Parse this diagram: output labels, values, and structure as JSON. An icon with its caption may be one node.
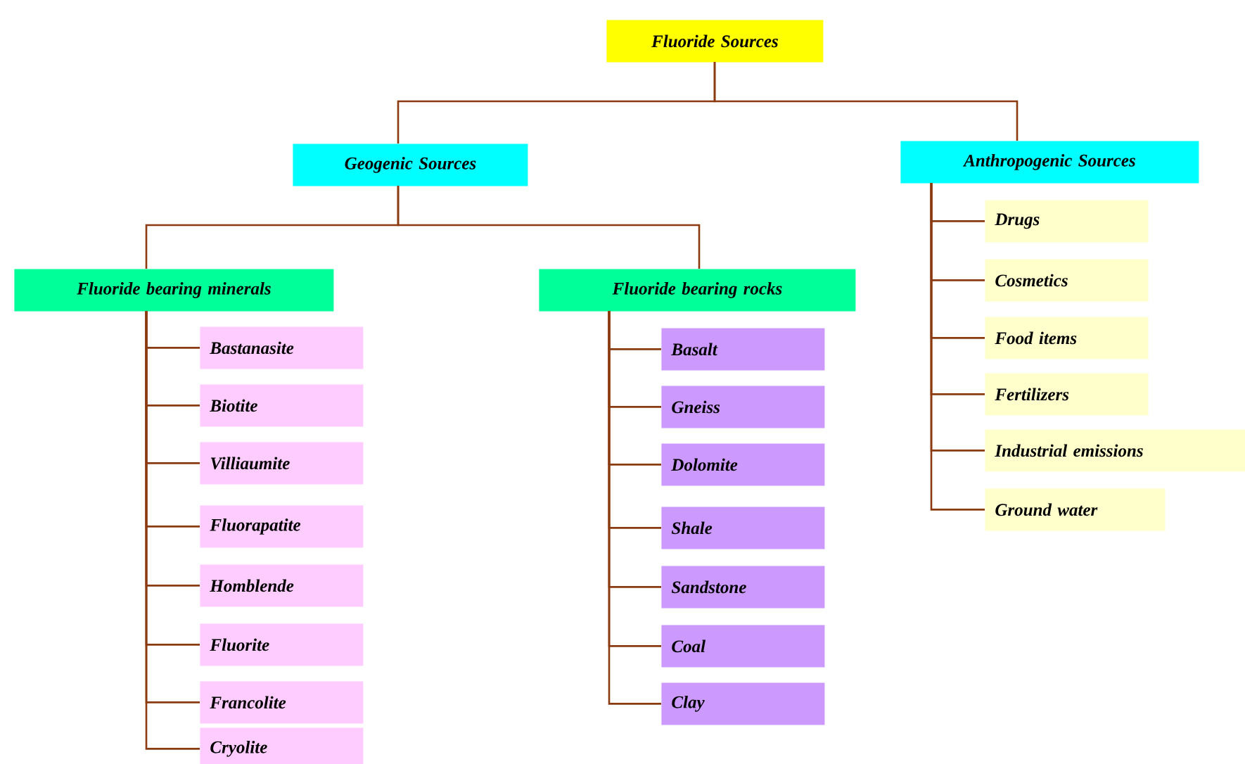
{
  "diagram": {
    "nodes": [
      {
        "text": [
          "Fluoride Sources"
        ]
      },
      {
        "text": [
          "Geogenic Sources"
        ]
      },
      {
        "text": [
          "Anthropogenic Sources"
        ]
      },
      {
        "text": [
          "Fluoride bearing minerals"
        ]
      },
      {
        "text": [
          "Fluoride bearing rocks"
        ]
      },
      {
        "text": [
          "Bastanasite"
        ]
      },
      {
        "text": [
          "Biotite"
        ]
      },
      {
        "text": [
          "Villiaumite"
        ]
      },
      {
        "text": [
          "Fluorapatite"
        ]
      },
      {
        "text": [
          "Homblende"
        ]
      },
      {
        "text": [
          "Fluorite"
        ]
      },
      {
        "text": [
          "Francolite"
        ]
      },
      {
        "text": [
          "Cryolite"
        ]
      },
      {
        "text": [
          "Basalt"
        ]
      },
      {
        "text": [
          "Gneiss"
        ]
      },
      {
        "text": [
          "Dolomite"
        ]
      },
      {
        "text": [
          "Shale"
        ]
      },
      {
        "text": [
          "Sandstone"
        ]
      },
      {
        "text": [
          "Coal"
        ]
      },
      {
        "text": [
          "Clay"
        ]
      },
      {
        "text": [
          "Drugs"
        ]
      },
      {
        "text": [
          "Cosmetics"
        ]
      },
      {
        "text": [
          "Food items"
        ]
      },
      {
        "text": [
          "Fertilizers"
        ]
      },
      {
        "text": [
          "Industrial emissions"
        ]
      },
      {
        "text": [
          "Ground water"
        ]
      }
    ],
    "edges": [
      {
        "from": 0,
        "to": 1,
        "arrow": "none"
      },
      {
        "from": 0,
        "to": 2,
        "arrow": "none"
      },
      {
        "from": 1,
        "to": 3,
        "arrow": "none"
      },
      {
        "from": 1,
        "to": 4,
        "arrow": "none"
      },
      {
        "from": 3,
        "to": 5,
        "arrow": "none"
      },
      {
        "from": 3,
        "to": 6,
        "arrow": "none"
      },
      {
        "from": 3,
        "to": 7,
        "arrow": "none"
      },
      {
        "from": 3,
        "to": 8,
        "arrow": "none"
      },
      {
        "from": 3,
        "to": 9,
        "arrow": "none"
      },
      {
        "from": 3,
        "to": 10,
        "arrow": "none"
      },
      {
        "from": 3,
        "to": 11,
        "arrow": "none"
      },
      {
        "from": 3,
        "to": 12,
        "arrow": "none"
      },
      {
        "from": 4,
        "to": 13,
        "arrow": "none"
      },
      {
        "from": 4,
        "to": 14,
        "arrow": "none"
      },
      {
        "from": 4,
        "to": 15,
        "arrow": "none"
      },
      {
        "from": 4,
        "to": 16,
        "arrow": "none"
      },
      {
        "from": 4,
        "to": 17,
        "arrow": "none"
      },
      {
        "from": 4,
        "to": 18,
        "arrow": "none"
      },
      {
        "from": 4,
        "to": 19,
        "arrow": "none"
      },
      {
        "from": 2,
        "to": 20,
        "arrow": "none"
      },
      {
        "from": 2,
        "to": 21,
        "arrow": "none"
      },
      {
        "from": 2,
        "to": 22,
        "arrow": "none"
      },
      {
        "from": 2,
        "to": 23,
        "arrow": "none"
      },
      {
        "from": 2,
        "to": 24,
        "arrow": "none"
      },
      {
        "from": 2,
        "to": 25,
        "arrow": "none"
      }
    ]
  }
}
